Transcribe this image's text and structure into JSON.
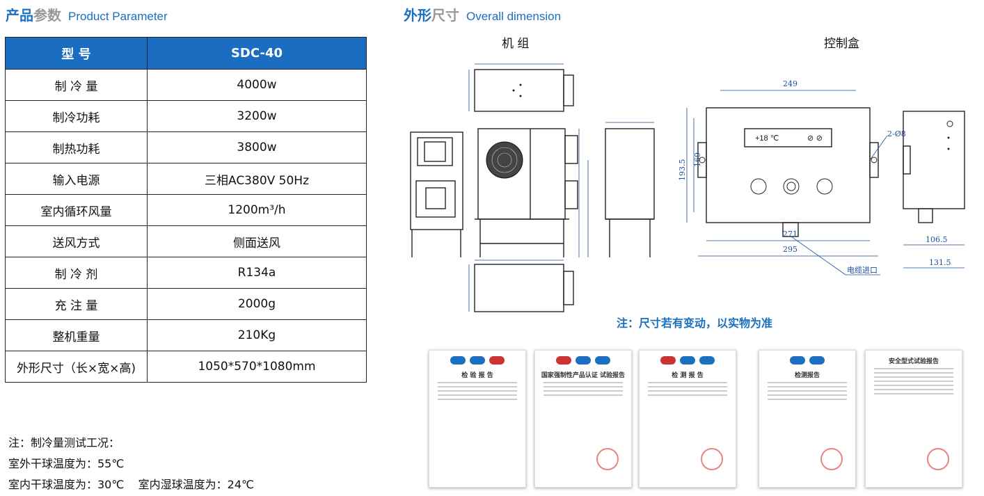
{
  "param_section": {
    "title_a": "产品",
    "title_b": "参数",
    "title_en": "Product Parameter"
  },
  "dim_section": {
    "title_a": "外形",
    "title_b": "尺寸",
    "title_en": "Overall dimension"
  },
  "table": {
    "header": {
      "label": "型 号",
      "value": "SDC-40"
    },
    "rows": [
      {
        "label": "制 冷 量",
        "value": "4000w"
      },
      {
        "label": "制冷功耗",
        "value": "3200w"
      },
      {
        "label": "制热功耗",
        "value": "3800w"
      },
      {
        "label": "输入电源",
        "value": "三相AC380V 50Hz"
      },
      {
        "label": "室内循环风量",
        "value": "1200m³/h"
      },
      {
        "label": "送风方式",
        "value": "侧面送风"
      },
      {
        "label": "制 冷 剂",
        "value": "R134a"
      },
      {
        "label": "充 注 量",
        "value": "2000g"
      },
      {
        "label": "整机重量",
        "value": "210Kg"
      },
      {
        "label": "外形尺寸（长×宽×高)",
        "value": "1050*570*1080mm"
      }
    ]
  },
  "notes": [
    "注：制冷量测试工况：",
    "室外干球温度为：55℃",
    "室内干球温度为：30℃    室内湿球温度为：24℃"
  ],
  "drawings": {
    "unit_label": "机 组",
    "box_label": "控制盒",
    "box_display": "+18 ℃",
    "box_dims": {
      "w_top": "249",
      "w_mid": "271",
      "w_bot": "295",
      "h1": "193.5",
      "h2": "169",
      "side1": "106.5",
      "side2": "131.5",
      "hole": "2-Ø8",
      "cable": "电缆进口"
    }
  },
  "dim_note": "注：尺寸若有变动，以实物为准",
  "certificates": [
    {
      "title": "检 验 报 告"
    },
    {
      "title": "国家强制性产品认证 试验报告"
    },
    {
      "title": "检 测 报 告"
    },
    {
      "title": "检测报告"
    },
    {
      "title": "安全型式试验报告"
    }
  ]
}
